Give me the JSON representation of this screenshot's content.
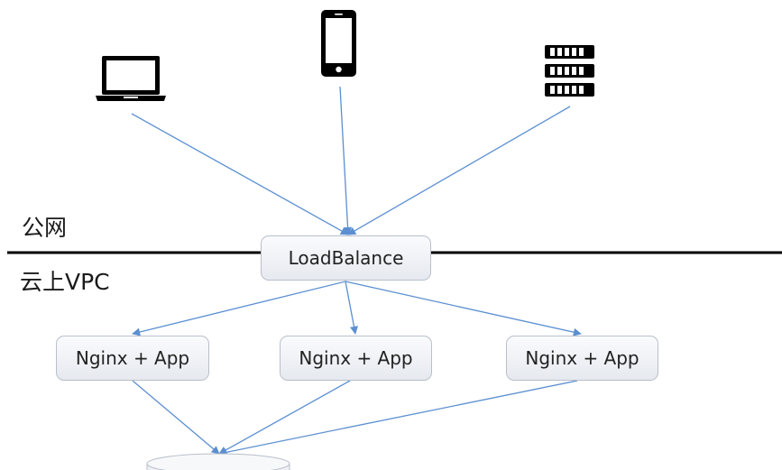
{
  "zones": {
    "public": "公网",
    "vpc": "云上VPC"
  },
  "load_balancer": {
    "label": "LoadBalance"
  },
  "app_nodes": [
    {
      "label": "Nginx + App"
    },
    {
      "label": "Nginx + App"
    },
    {
      "label": "Nginx + App"
    }
  ],
  "clients": [
    {
      "icon": "laptop-icon"
    },
    {
      "icon": "mobile-phone-icon"
    },
    {
      "icon": "server-icon"
    }
  ],
  "storage": {
    "icon": "database-icon"
  },
  "colors": {
    "arrow": "#5b8fd1",
    "boundary": "#000000",
    "node_border": "#b9bfca",
    "icon": "#000000"
  }
}
